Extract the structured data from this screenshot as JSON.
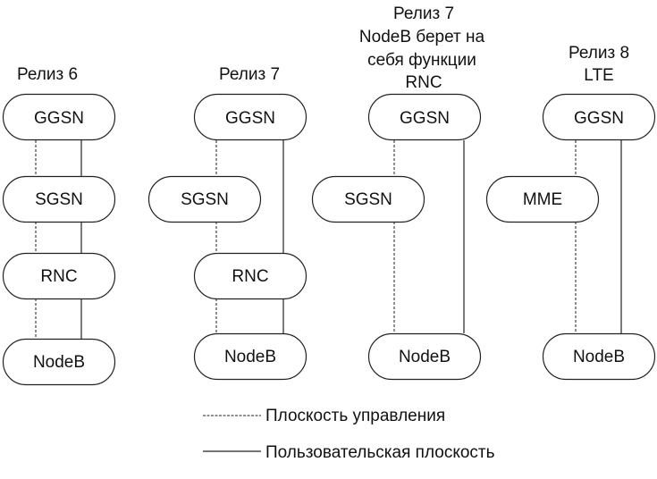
{
  "columns": [
    {
      "title_lines": [
        "Релиз 6"
      ],
      "nodes": [
        "GGSN",
        "SGSN",
        "RNC",
        "NodeB"
      ]
    },
    {
      "title_lines": [
        "Релиз 7"
      ],
      "nodes": [
        "GGSN",
        "SGSN",
        "RNC",
        "NodeB"
      ]
    },
    {
      "title_lines": [
        "Релиз 7",
        "NodeB берет на",
        "себя функции",
        "RNC"
      ],
      "nodes": [
        "GGSN",
        "SGSN",
        "NodeB"
      ]
    },
    {
      "title_lines": [
        "Релиз 8",
        "LTE"
      ],
      "nodes": [
        "GGSN",
        "MME",
        "NodeB"
      ]
    }
  ],
  "legend": {
    "control_plane": "Плоскость управления",
    "user_plane": "Пользовательская плоскость"
  },
  "colors": {
    "stroke": "#222222",
    "node_fill": "#ffffff",
    "text": "#111111"
  }
}
